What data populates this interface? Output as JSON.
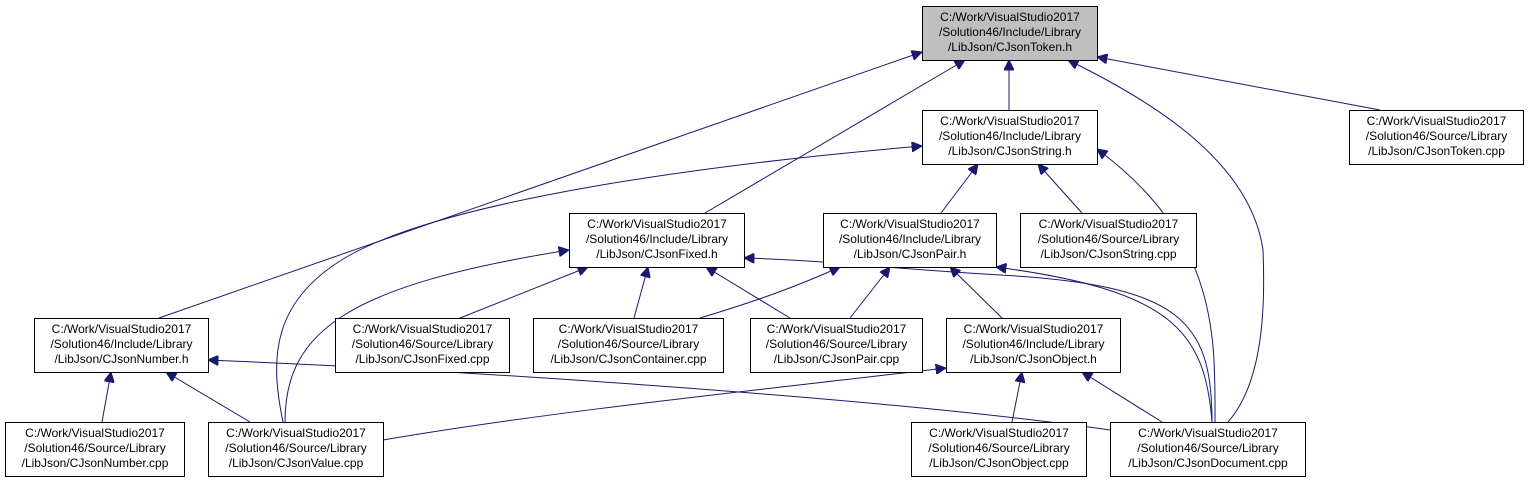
{
  "graph": {
    "nodes": [
      {
        "id": "token_h",
        "root": true,
        "lines": [
          "C:/Work/VisualStudio2017",
          "/Solution46/Include/Library",
          "/LibJson/CJsonToken.h"
        ]
      },
      {
        "id": "string_h",
        "root": false,
        "lines": [
          "C:/Work/VisualStudio2017",
          "/Solution46/Include/Library",
          "/LibJson/CJsonString.h"
        ]
      },
      {
        "id": "token_cpp",
        "root": false,
        "lines": [
          "C:/Work/VisualStudio2017",
          "/Solution46/Source/Library",
          "/LibJson/CJsonToken.cpp"
        ]
      },
      {
        "id": "fixed_h",
        "root": false,
        "lines": [
          "C:/Work/VisualStudio2017",
          "/Solution46/Include/Library",
          "/LibJson/CJsonFixed.h"
        ]
      },
      {
        "id": "pair_h",
        "root": false,
        "lines": [
          "C:/Work/VisualStudio2017",
          "/Solution46/Include/Library",
          "/LibJson/CJsonPair.h"
        ]
      },
      {
        "id": "string_cpp",
        "root": false,
        "lines": [
          "C:/Work/VisualStudio2017",
          "/Solution46/Source/Library",
          "/LibJson/CJsonString.cpp"
        ]
      },
      {
        "id": "number_h",
        "root": false,
        "lines": [
          "C:/Work/VisualStudio2017",
          "/Solution46/Include/Library",
          "/LibJson/CJsonNumber.h"
        ]
      },
      {
        "id": "fixed_cpp",
        "root": false,
        "lines": [
          "C:/Work/VisualStudio2017",
          "/Solution46/Source/Library",
          "/LibJson/CJsonFixed.cpp"
        ]
      },
      {
        "id": "container_cpp",
        "root": false,
        "lines": [
          "C:/Work/VisualStudio2017",
          "/Solution46/Source/Library",
          "/LibJson/CJsonContainer.cpp"
        ]
      },
      {
        "id": "pair_cpp",
        "root": false,
        "lines": [
          "C:/Work/VisualStudio2017",
          "/Solution46/Source/Library",
          "/LibJson/CJsonPair.cpp"
        ]
      },
      {
        "id": "object_h",
        "root": false,
        "lines": [
          "C:/Work/VisualStudio2017",
          "/Solution46/Include/Library",
          "/LibJson/CJsonObject.h"
        ]
      },
      {
        "id": "number_cpp",
        "root": false,
        "lines": [
          "C:/Work/VisualStudio2017",
          "/Solution46/Source/Library",
          "/LibJson/CJsonNumber.cpp"
        ]
      },
      {
        "id": "value_cpp",
        "root": false,
        "lines": [
          "C:/Work/VisualStudio2017",
          "/Solution46/Source/Library",
          "/LibJson/CJsonValue.cpp"
        ]
      },
      {
        "id": "object_cpp",
        "root": false,
        "lines": [
          "C:/Work/VisualStudio2017",
          "/Solution46/Source/Library",
          "/LibJson/CJsonObject.cpp"
        ]
      },
      {
        "id": "document_cpp",
        "root": false,
        "lines": [
          "C:/Work/VisualStudio2017",
          "/Solution46/Source/Library",
          "/LibJson/CJsonDocument.cpp"
        ]
      }
    ],
    "edges": [
      {
        "from": "string_h",
        "to": "token_h"
      },
      {
        "from": "token_cpp",
        "to": "token_h"
      },
      {
        "from": "fixed_h",
        "to": "token_h"
      },
      {
        "from": "number_h",
        "to": "token_h"
      },
      {
        "from": "document_cpp",
        "to": "token_h"
      },
      {
        "from": "pair_h",
        "to": "string_h"
      },
      {
        "from": "string_cpp",
        "to": "string_h"
      },
      {
        "from": "value_cpp",
        "to": "string_h"
      },
      {
        "from": "document_cpp",
        "to": "string_h"
      },
      {
        "from": "fixed_cpp",
        "to": "fixed_h"
      },
      {
        "from": "container_cpp",
        "to": "fixed_h"
      },
      {
        "from": "pair_cpp",
        "to": "fixed_h"
      },
      {
        "from": "value_cpp",
        "to": "fixed_h"
      },
      {
        "from": "document_cpp",
        "to": "fixed_h"
      },
      {
        "from": "container_cpp",
        "to": "pair_h"
      },
      {
        "from": "pair_cpp",
        "to": "pair_h"
      },
      {
        "from": "object_h",
        "to": "pair_h"
      },
      {
        "from": "document_cpp",
        "to": "pair_h"
      },
      {
        "from": "number_cpp",
        "to": "number_h"
      },
      {
        "from": "value_cpp",
        "to": "number_h"
      },
      {
        "from": "document_cpp",
        "to": "number_h"
      },
      {
        "from": "value_cpp",
        "to": "object_h"
      },
      {
        "from": "object_cpp",
        "to": "object_h"
      },
      {
        "from": "document_cpp",
        "to": "object_h"
      }
    ]
  }
}
